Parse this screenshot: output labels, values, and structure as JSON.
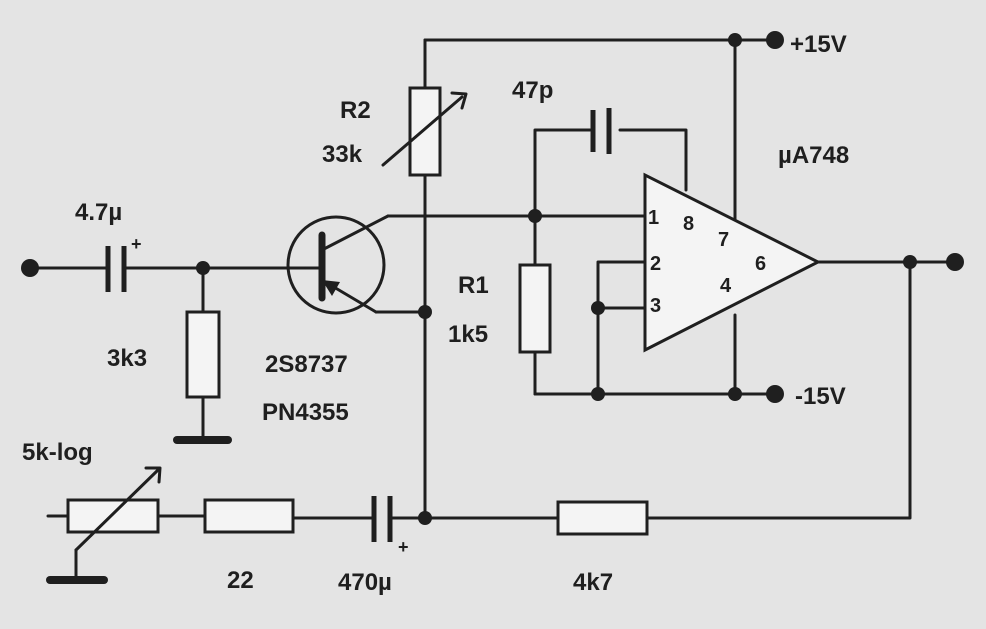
{
  "supply": {
    "positive": "+15V",
    "negative": "-15V"
  },
  "opamp": {
    "name": "µA748",
    "pins": {
      "p1": "1",
      "p2": "2",
      "p3": "3",
      "p4": "4",
      "p6": "6",
      "p7": "7",
      "p8": "8"
    }
  },
  "components": {
    "c_in": "4.7µ",
    "r_bias": "3k3",
    "transistor_1": "2S8737",
    "transistor_2": "PN4355",
    "r2_name": "R2",
    "r2_value": "33k",
    "c_comp": "47p",
    "r1_name": "R1",
    "r1_value": "1k5",
    "pot": "5k-log",
    "r_series": "22",
    "c_out": "470µ",
    "r_fb": "4k7"
  },
  "polarity_mark": "+"
}
